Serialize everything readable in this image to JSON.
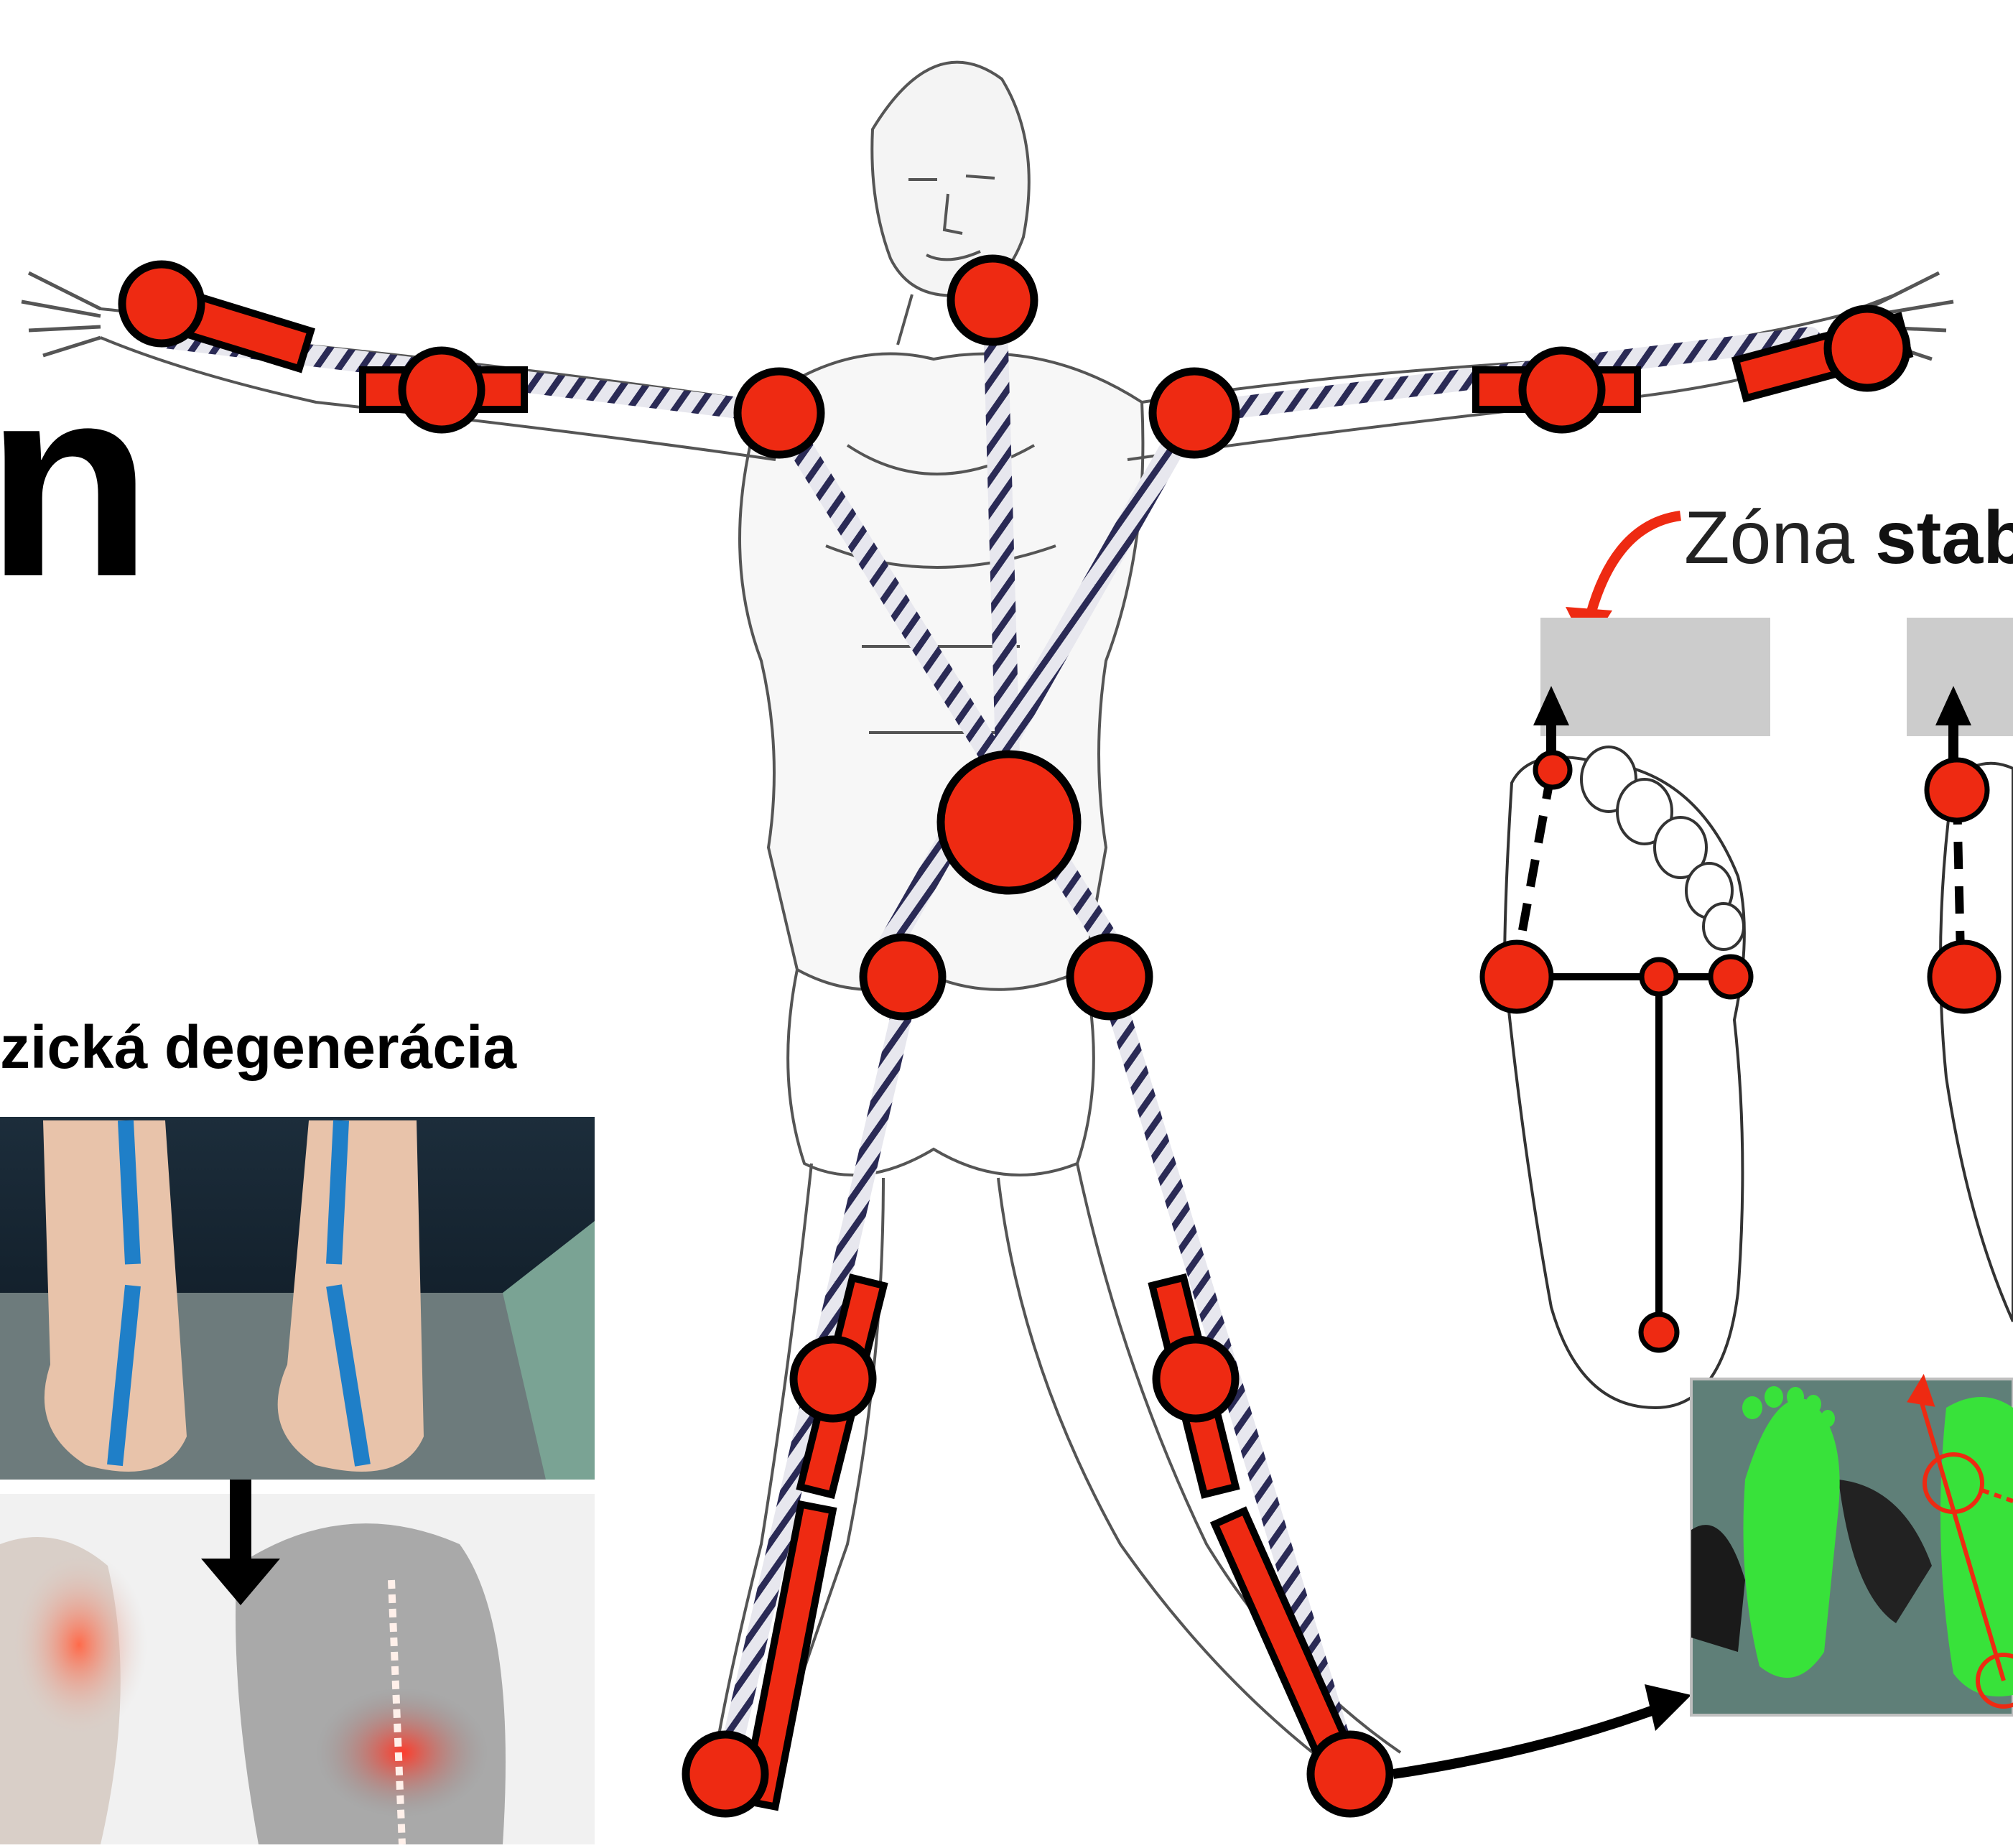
{
  "heading_fragment": "n",
  "degeneration_caption": "zická degenerácia",
  "stability_zone": {
    "prefix": "Zóna",
    "emphasis": "stab"
  },
  "colors": {
    "marker_red": "#ee2a12",
    "outline": "#000000",
    "rope": "#2a2a55",
    "zone_gray": "#cccccc",
    "scan_green": "#38e23a",
    "pressure_bg": "#5f7f78"
  },
  "icons": [
    "curved-arrow-icon",
    "arrow-up-icon",
    "foot-outline-icon",
    "spine-glow-icon"
  ]
}
